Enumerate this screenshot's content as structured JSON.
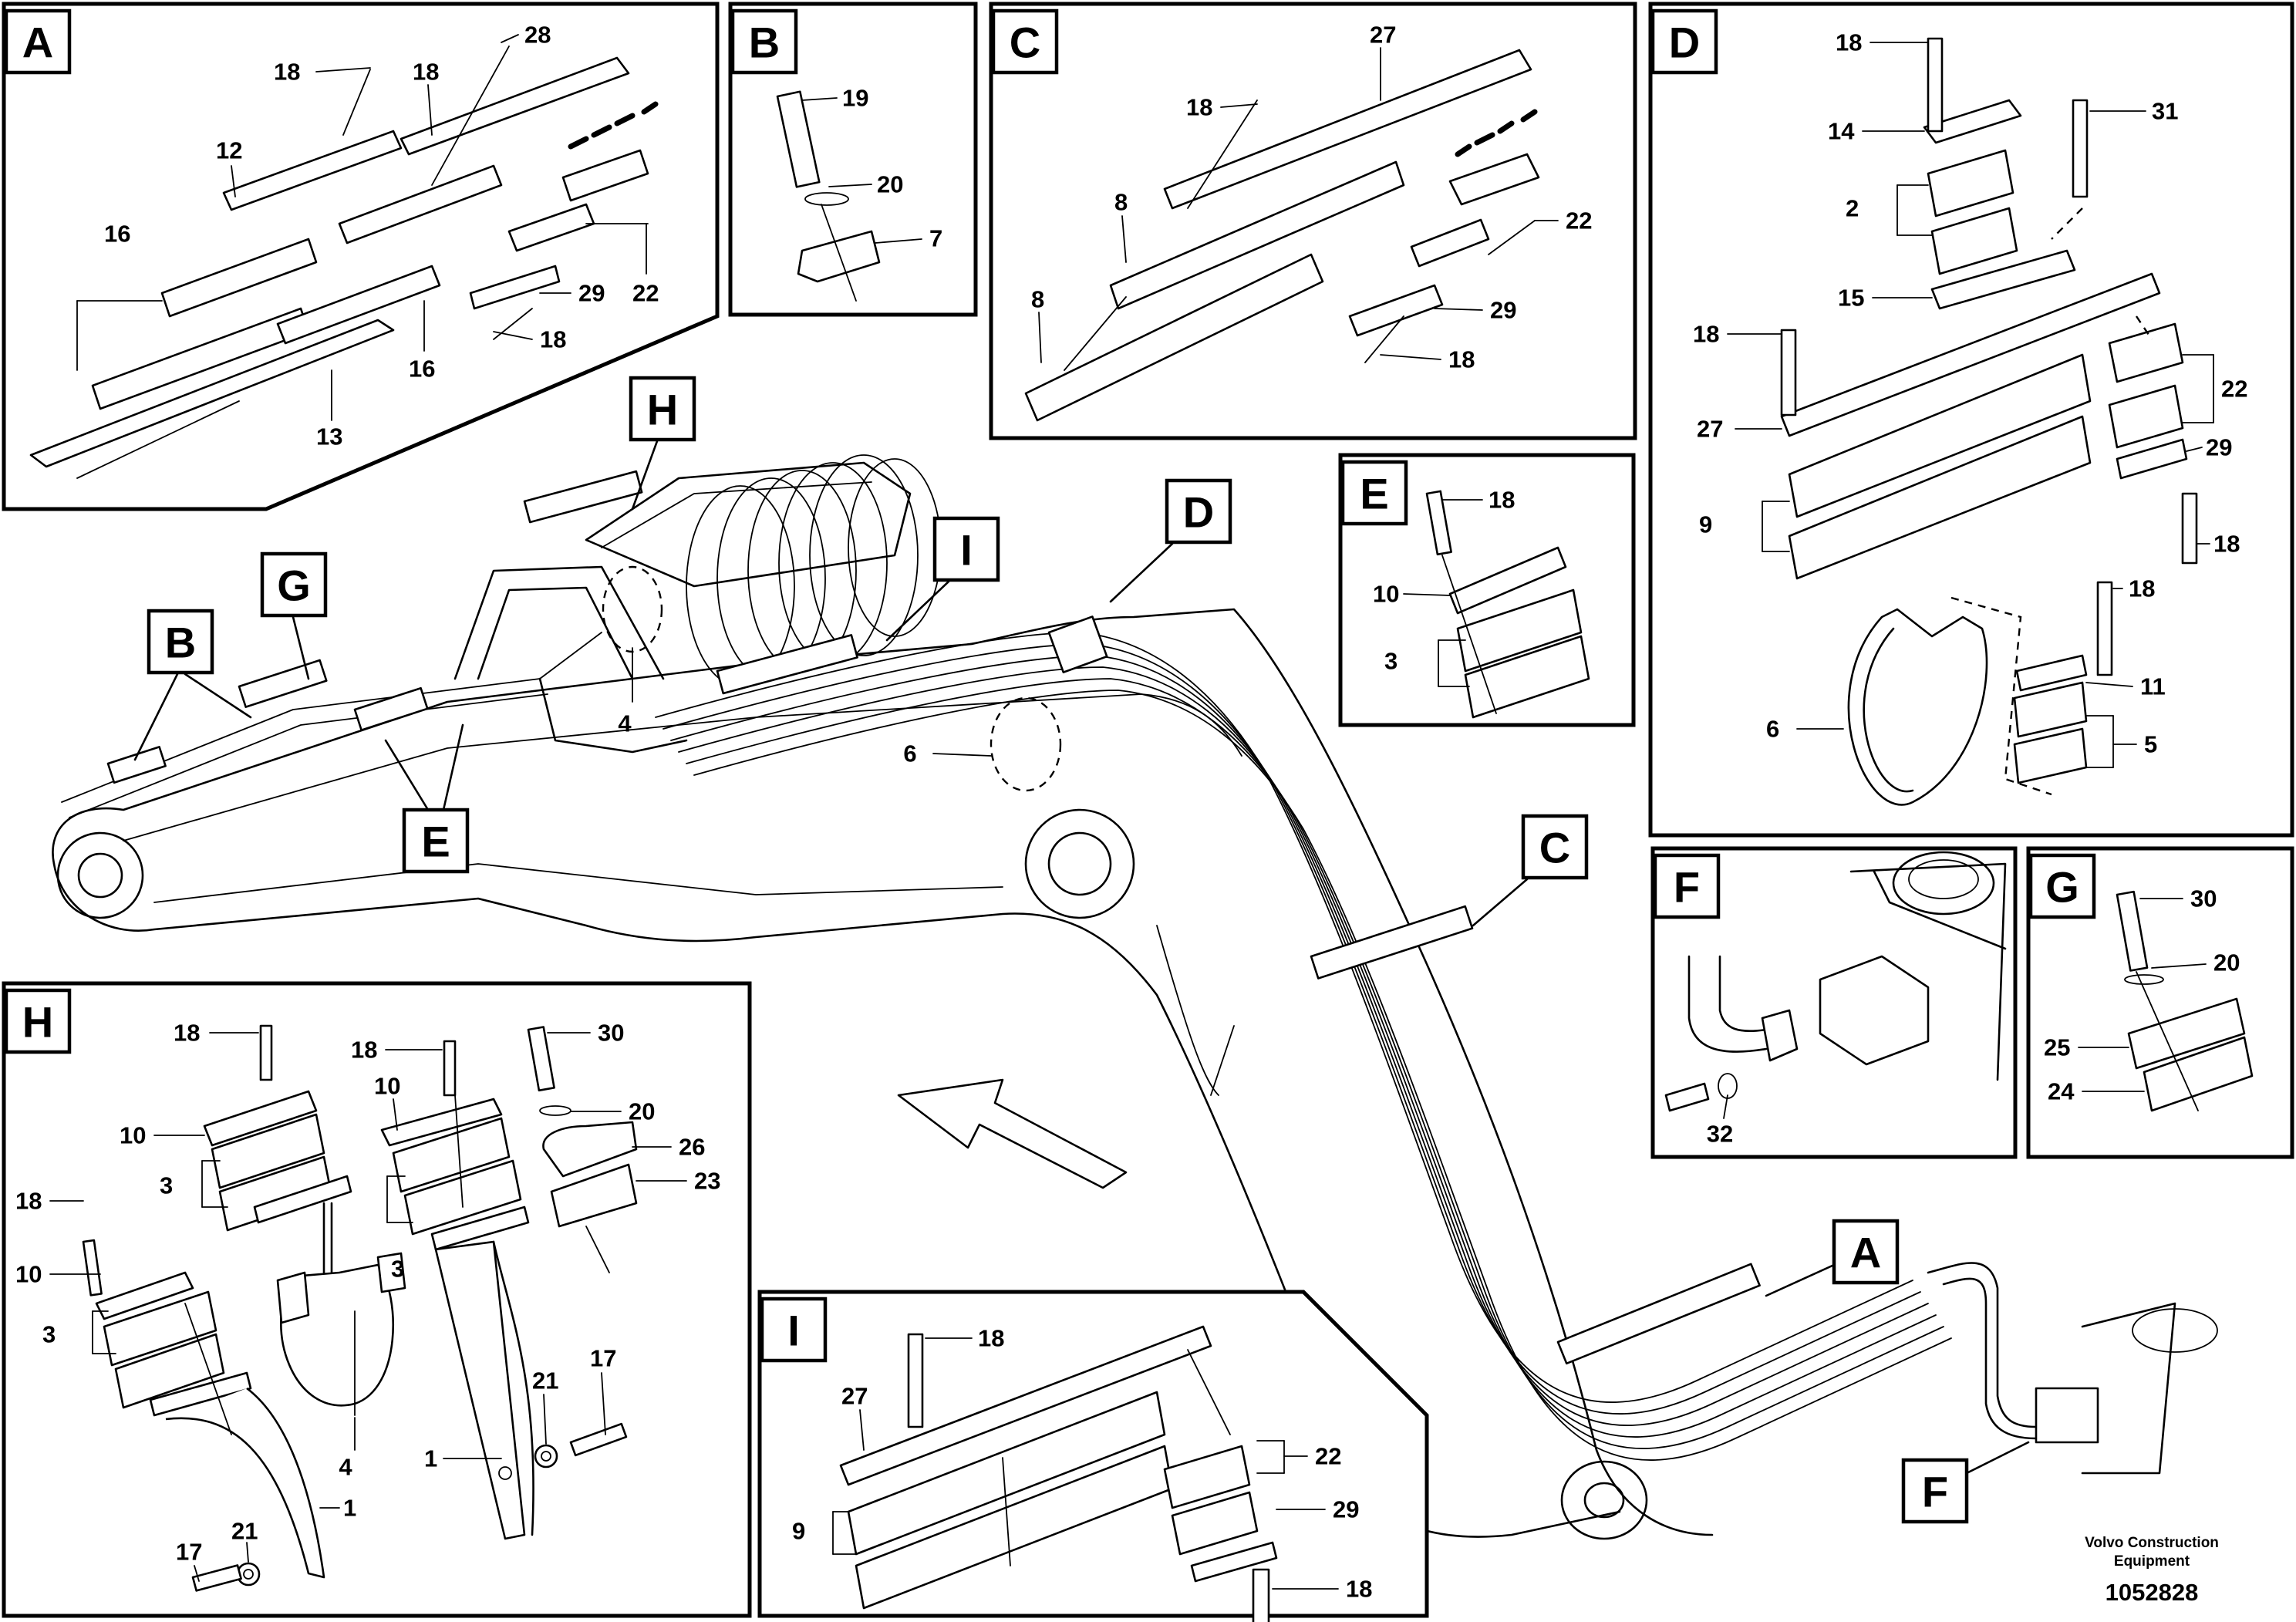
{
  "caption": {
    "line1": "Volvo Construction",
    "line2": "Equipment",
    "number": "1052828"
  },
  "panels": {
    "A": {
      "label": "A",
      "parts": [
        "18",
        "28",
        "18",
        "12",
        "16",
        "22",
        "29",
        "18",
        "16",
        "13"
      ]
    },
    "B": {
      "label": "B",
      "parts": [
        "19",
        "20",
        "7"
      ]
    },
    "C": {
      "label": "C",
      "parts": [
        "27",
        "18",
        "8",
        "8",
        "22",
        "29",
        "18"
      ]
    },
    "D": {
      "label": "D",
      "parts": [
        "18",
        "14",
        "31",
        "2",
        "15",
        "18",
        "27",
        "22",
        "29",
        "9",
        "18",
        "18",
        "11",
        "6",
        "5"
      ]
    },
    "E": {
      "label": "E",
      "parts": [
        "18",
        "10",
        "3"
      ]
    },
    "F": {
      "label": "F",
      "parts": [
        "32"
      ]
    },
    "G": {
      "label": "G",
      "parts": [
        "30",
        "20",
        "25",
        "24"
      ]
    },
    "H": {
      "label": "H",
      "parts": [
        "18",
        "18",
        "30",
        "10",
        "10",
        "20",
        "3",
        "26",
        "23",
        "3",
        "18",
        "10",
        "3",
        "21",
        "17",
        "1",
        "4",
        "17",
        "21",
        "1"
      ]
    },
    "I": {
      "label": "I",
      "parts": [
        "18",
        "27",
        "22",
        "29",
        "9",
        "18"
      ]
    }
  },
  "main_view": {
    "callouts": [
      "H",
      "G",
      "B",
      "E",
      "I",
      "D",
      "C",
      "A",
      "F"
    ],
    "part_numbers": [
      "4",
      "6"
    ]
  }
}
